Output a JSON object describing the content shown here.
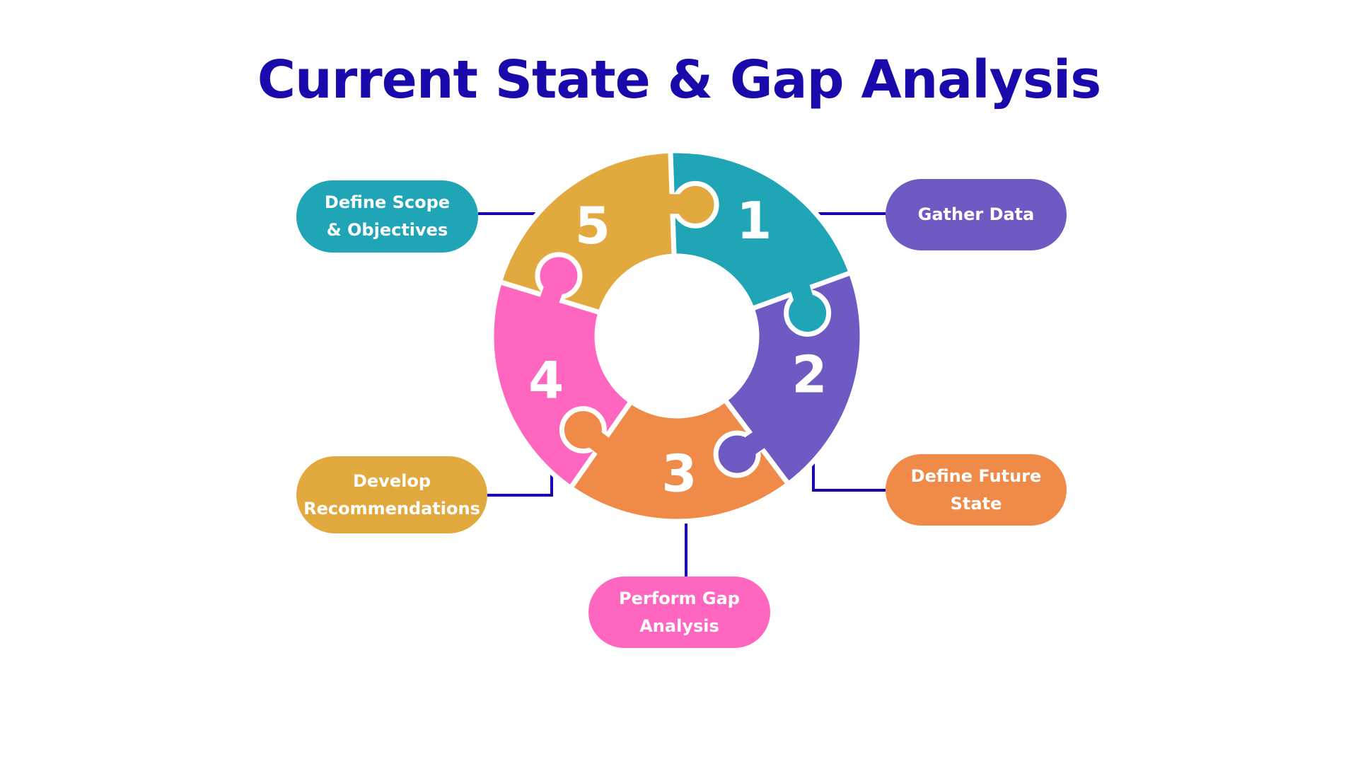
{
  "title": "Current State & Gap Analysis",
  "colors": {
    "line": "#1a00b0",
    "title": "#1a0aab"
  },
  "steps": [
    {
      "number": "1",
      "label": "Define Scope\n& Objectives",
      "color": "#1fa5b5"
    },
    {
      "number": "2",
      "label": "Gather Data",
      "color": "#6f5ac4"
    },
    {
      "number": "3",
      "label": "Define Future\nState",
      "color": "#f08a48"
    },
    {
      "number": "4",
      "label": "Perform Gap\nAnalysis",
      "color": "#ff66c0"
    },
    {
      "number": "5",
      "label": "Develop\nRecommendations",
      "color": "#e2a93e"
    }
  ]
}
